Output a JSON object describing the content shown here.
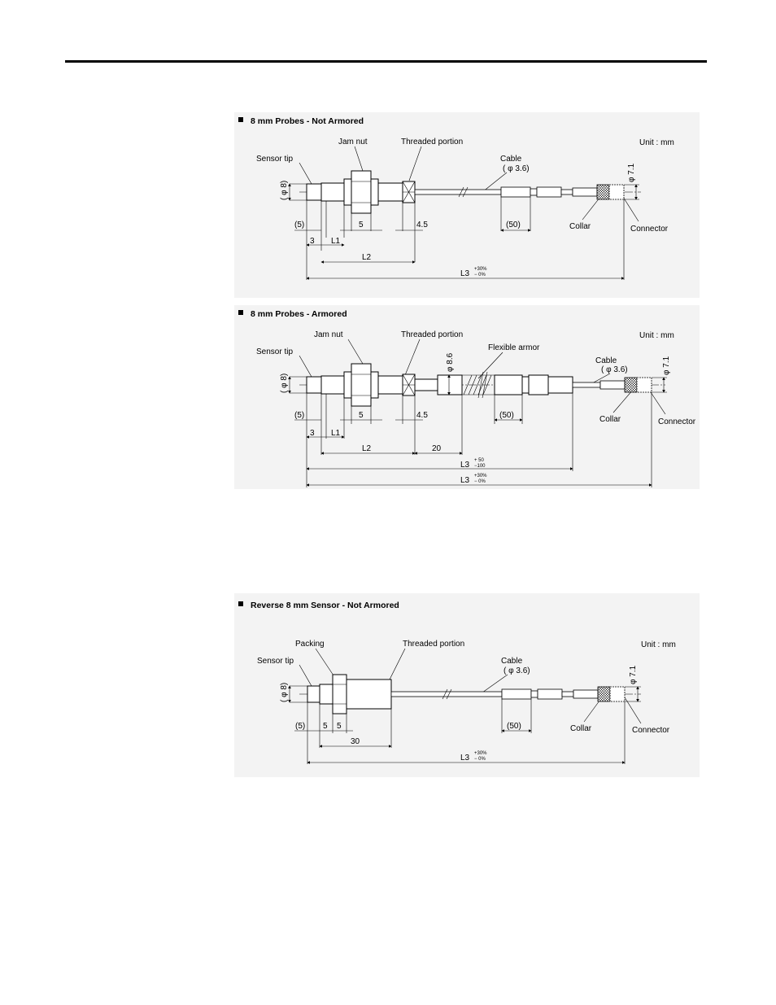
{
  "diagrams": [
    {
      "title": "8 mm Probes - Not Armored",
      "unit": "Unit : mm",
      "labels": {
        "sensor_tip": "Sensor tip",
        "jam_nut": "Jam nut",
        "threaded": "Threaded portion",
        "cable": "Cable",
        "cable_dia": "( φ 3.6)",
        "collar": "Collar",
        "connector": "Connector"
      },
      "dims": {
        "dia8": "( φ 8)",
        "dia71": "φ 7.1",
        "d5p": "(5)",
        "d3": "3",
        "dL1": "L1",
        "d5": "5",
        "d45": "4.5",
        "d50": "(50)",
        "dL2": "L2",
        "dL3": "L3",
        "tol_up": "+30%",
        "tol_dn": "− 0%"
      }
    },
    {
      "title": "8 mm Probes - Armored",
      "unit": "Unit : mm",
      "labels": {
        "sensor_tip": "Sensor tip",
        "jam_nut": "Jam nut",
        "threaded": "Threaded portion",
        "flex_armor": "Flexible armor",
        "cable": "Cable",
        "cable_dia": "( φ 3.6)",
        "collar": "Collar",
        "connector": "Connector"
      },
      "dims": {
        "dia8": "( φ 8)",
        "dia86": "φ 8.6",
        "dia71": "φ 7.1",
        "d5p": "(5)",
        "d3": "3",
        "dL1": "L1",
        "d5": "5",
        "d45": "4.5",
        "d50": "(50)",
        "dL2": "L2",
        "d20": "20",
        "dL3a": "L3",
        "tol_a_up": "+ 50",
        "tol_a_dn": "−100",
        "dL3b": "L3",
        "tol_up": "+30%",
        "tol_dn": "− 0%"
      }
    },
    {
      "title": "Reverse 8 mm Sensor - Not Armored",
      "unit": "Unit : mm",
      "labels": {
        "sensor_tip": "Sensor tip",
        "packing": "Packing",
        "threaded": "Threaded portion",
        "cable": "Cable",
        "cable_dia": "( φ 3.6)",
        "collar": "Collar",
        "connector": "Connector"
      },
      "dims": {
        "dia8": "( φ 8)",
        "dia71": "φ 7.1",
        "d5p": "(5)",
        "d5a": "5",
        "d5b": "5",
        "d30": "30",
        "d50": "(50)",
        "dL3": "L3",
        "tol_up": "+30%",
        "tol_dn": "− 0%"
      }
    }
  ],
  "colors": {
    "panel_bg": "#f3f3f3",
    "ink": "#000000"
  }
}
